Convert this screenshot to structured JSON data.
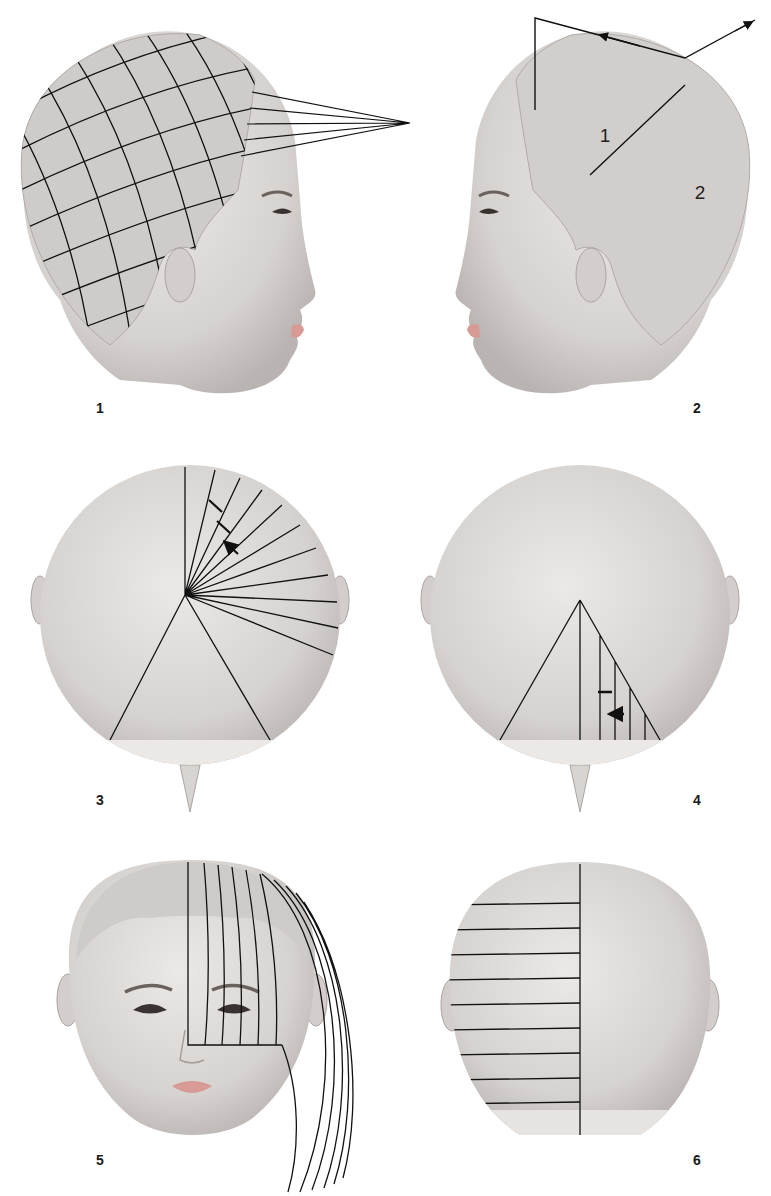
{
  "diagram": {
    "labels": [
      "1",
      "2",
      "1",
      "2",
      "3",
      "4",
      "5",
      "6"
    ]
  }
}
